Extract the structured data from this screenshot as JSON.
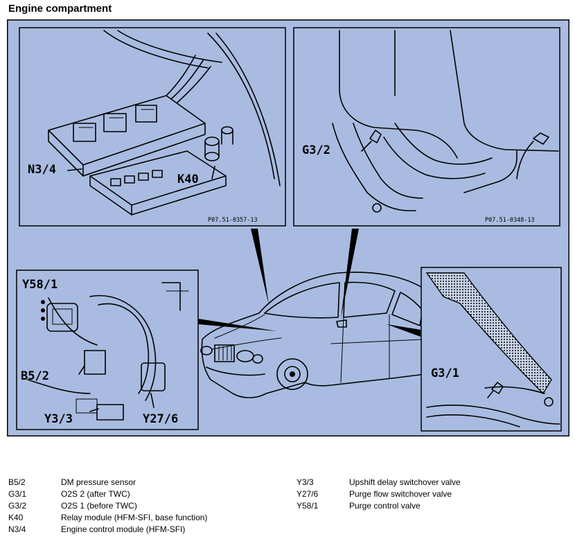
{
  "title": "Engine compartment",
  "colors": {
    "background": "#a9bbe0",
    "ink": "#000000"
  },
  "callouts": {
    "n3_4": "N3/4",
    "k40": "K40",
    "g3_2": "G3/2",
    "y58_1": "Y58/1",
    "b5_2": "B5/2",
    "y3_3": "Y3/3",
    "y27_6": "Y27/6",
    "g3_1": "G3/1"
  },
  "panel_refs": {
    "top_left": "P07.51-0357-13",
    "top_right": "P07.51-0348-13"
  },
  "legend_left": [
    {
      "code": "B5/2",
      "desc": "DM pressure sensor"
    },
    {
      "code": "G3/1",
      "desc": "O2S 2 (after TWC)"
    },
    {
      "code": "G3/2",
      "desc": "O2S 1 (before TWC)"
    },
    {
      "code": "K40",
      "desc": "Relay module (HFM-SFI, base function)"
    },
    {
      "code": "N3/4",
      "desc": "Engine control module (HFM-SFI)"
    }
  ],
  "legend_right": [
    {
      "code": "Y3/3",
      "desc": "Upshift delay switchover valve"
    },
    {
      "code": "Y27/6",
      "desc": "Purge flow switchover valve"
    },
    {
      "code": "Y58/1",
      "desc": "Purge control valve"
    }
  ]
}
